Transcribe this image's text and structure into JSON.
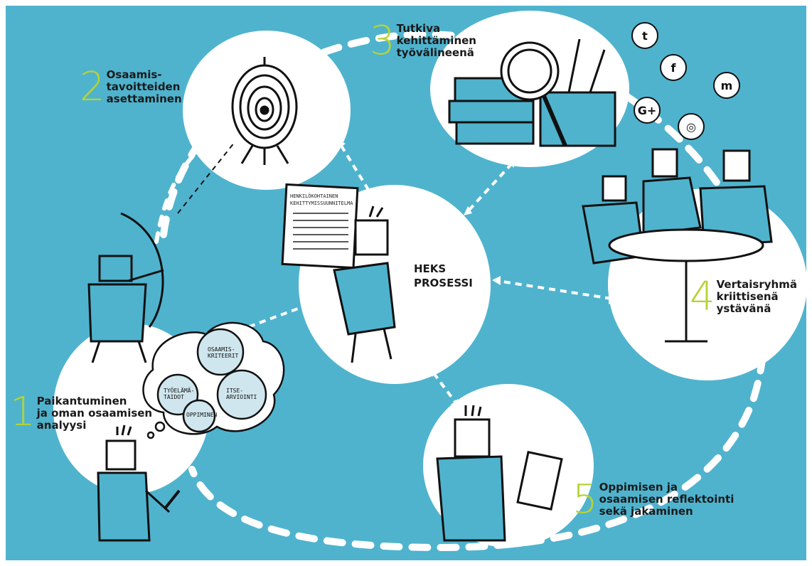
{
  "colors": {
    "background": "#4fb3ce",
    "bubble": "#ffffff",
    "ink": "#111111",
    "number": "#b5d334",
    "frame": "#ffffff"
  },
  "center": {
    "title": "HEKS\nPROSESSI"
  },
  "stages": [
    {
      "number": "1",
      "text": "Paikantuminen\nja oman osaamisen\nanalyysi"
    },
    {
      "number": "2",
      "text": "Osaamis-\ntavoitteiden\nasettaminen"
    },
    {
      "number": "3",
      "text": "Tutkiva\nkehittäminen\ntyövälineenä"
    },
    {
      "number": "4",
      "text": "Vertaisryhmä\nkriittisenä\nystävänä"
    },
    {
      "number": "5",
      "text": "Oppimisen ja\nosaamisen reflektointi\nsekä jakaminen"
    }
  ],
  "document_lines": [
    "HENKILÖKOHTAINEN",
    "KEHITTYMISSUUNNITELMA"
  ],
  "gear_words": [
    "OSAAMIS-\nKRITEERIT",
    "ITSE-\nARVIOINTI",
    "TYÖELÄMÄ-\nTAIDOT",
    "OPPIMINEN"
  ],
  "social_icons": [
    {
      "name": "tumblr-icon",
      "glyph": "t"
    },
    {
      "name": "facebook-icon",
      "glyph": "f"
    },
    {
      "name": "medium-icon",
      "glyph": "m"
    },
    {
      "name": "google-plus-icon",
      "glyph": "G+"
    },
    {
      "name": "instagram-icon",
      "glyph": "◎"
    }
  ]
}
